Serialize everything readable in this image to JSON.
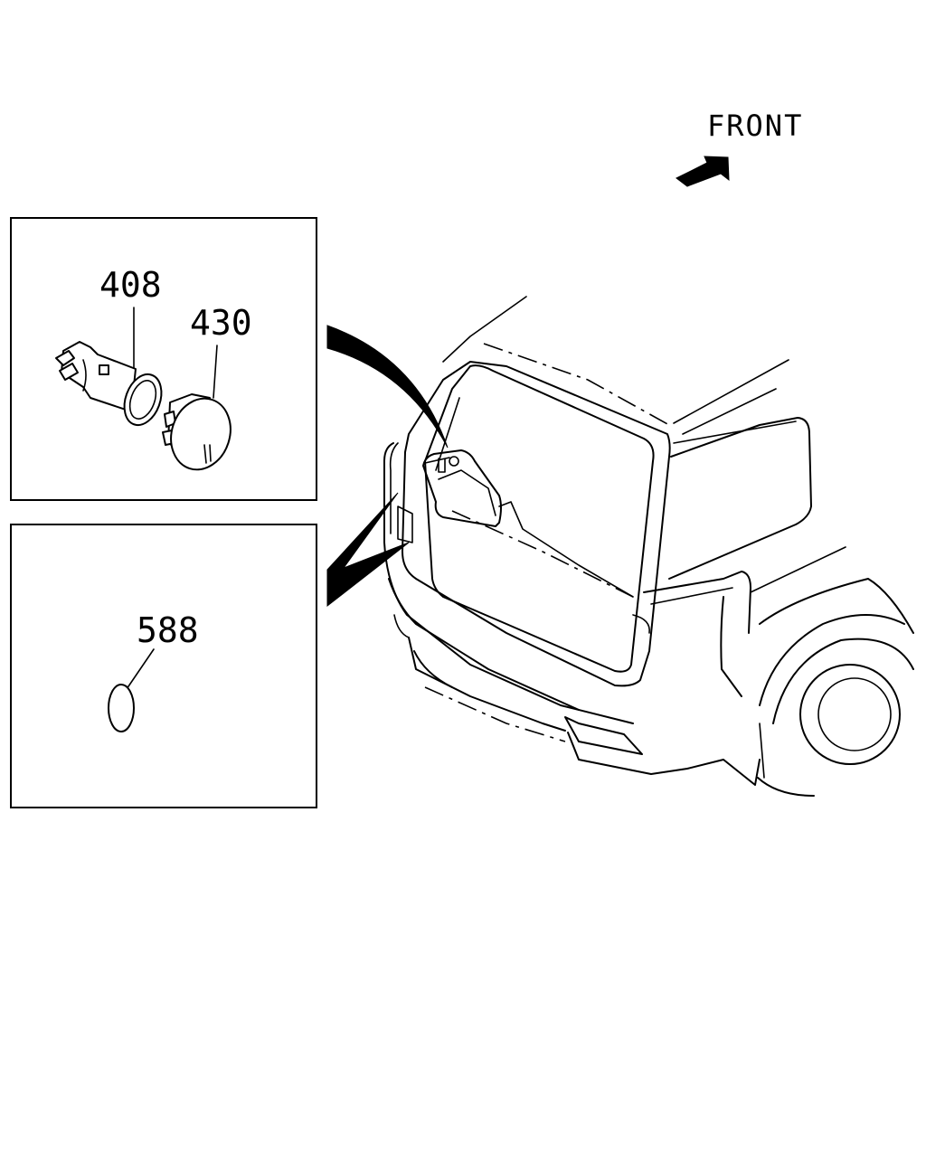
{
  "direction_label": "FRONT",
  "callouts": {
    "part_408": "408",
    "part_430": "430",
    "part_588": "588"
  },
  "colors": {
    "line": "#000000",
    "background": "#ffffff"
  }
}
